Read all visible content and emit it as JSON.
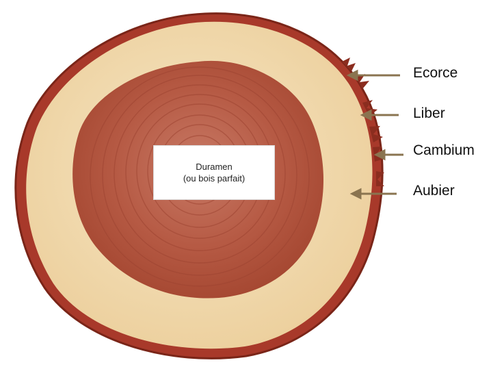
{
  "labels": {
    "ecorce": "Ecorce",
    "liber": "Liber",
    "cambium": "Cambium",
    "aubier": "Aubier"
  },
  "center_label": {
    "line1": "Duramen",
    "line2": "(ou bois parfait)"
  },
  "colors": {
    "bark": "#a8392a",
    "bark_dark": "#7a2518",
    "sapwood": "#f3dcb2",
    "heartwood": "#b8583f",
    "heartwood_center": "#c9705a",
    "heartwood_ring": "#9c4431",
    "arrow": "#8a7450"
  }
}
